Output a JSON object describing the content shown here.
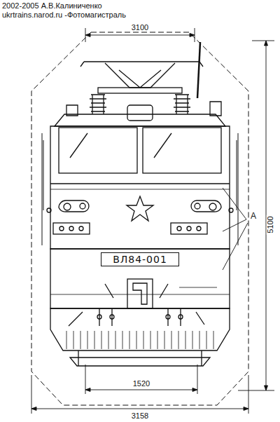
{
  "diagram": {
    "nodes": [
      {
        "text": [
          "ВЛ84-001"
        ]
      }
    ],
    "labels": [
      "2002-2005 А.В.Калиниченко",
      "ukrtrains.narod.ru -Фотомагистраль",
      "3100",
      "5100",
      "А",
      "1520",
      "3158"
    ]
  }
}
